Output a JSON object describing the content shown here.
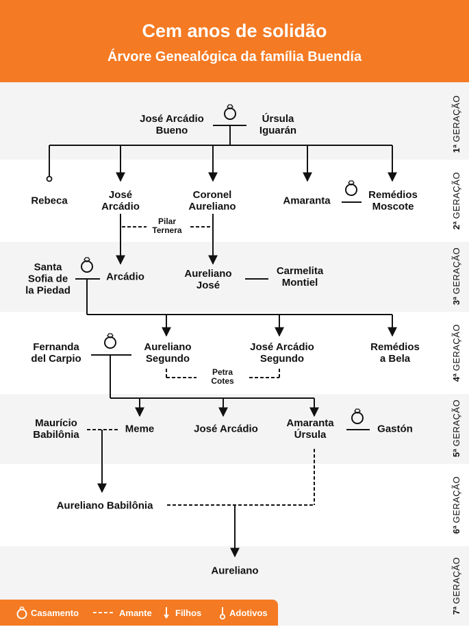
{
  "header": {
    "title": "Cem anos de solidão",
    "subtitle": "Árvore Genealógica da família Buendía"
  },
  "generations": [
    {
      "number": "1ª",
      "word": "GERAÇÃO"
    },
    {
      "number": "2ª",
      "word": "GERAÇÃO"
    },
    {
      "number": "3ª",
      "word": "GERAÇÃO"
    },
    {
      "number": "4ª",
      "word": "GERAÇÃO"
    },
    {
      "number": "5ª",
      "word": "GERAÇÃO"
    },
    {
      "number": "6ª",
      "word": "GERAÇÃO"
    },
    {
      "number": "7ª",
      "word": "GERAÇÃO"
    }
  ],
  "people": {
    "jose_arcadio_bueno": "José Arcádio\nBueno",
    "ursula_iguaran": "Úrsula\nIguarán",
    "rebeca": "Rebeca",
    "jose_arcadio": "José\nArcádio",
    "coronel_aureliano": "Coronel\nAureliano",
    "amaranta": "Amaranta",
    "remedios_moscote": "Remédios\nMoscote",
    "santa_sofia": "Santa\nSofia de\nla Piedad",
    "arcadio": "Arcádio",
    "aureliano_jose": "Aureliano\nJosé",
    "carmelita_montiel": "Carmelita\nMontiel",
    "fernanda_del_carpio": "Fernanda\ndel Carpio",
    "aureliano_segundo": "Aureliano\nSegundo",
    "jose_arcadio_segundo": "José Arcádio\nSegundo",
    "remedios_a_bela": "Remédios\na Bela",
    "mauricio_babilonia": "Maurício\nBabilônia",
    "meme": "Meme",
    "jose_arcadio_5": "José Arcádio",
    "amaranta_ursula": "Amaranta\nÚrsula",
    "gaston": "Gastón",
    "aureliano_babilonia": "Aureliano Babilônia",
    "aureliano": "Aureliano"
  },
  "lovers": {
    "pilar_ternera": "Pilar\nTernera",
    "petra_cotes": "Petra\nCotes"
  },
  "legend": {
    "casamento": "Casamento",
    "amante": "Amante",
    "filhos": "Filhos",
    "adotivos": "Adotivos"
  },
  "colors": {
    "accent": "#f47a23",
    "band_shade": "#f4f4f4",
    "text": "#111111"
  }
}
